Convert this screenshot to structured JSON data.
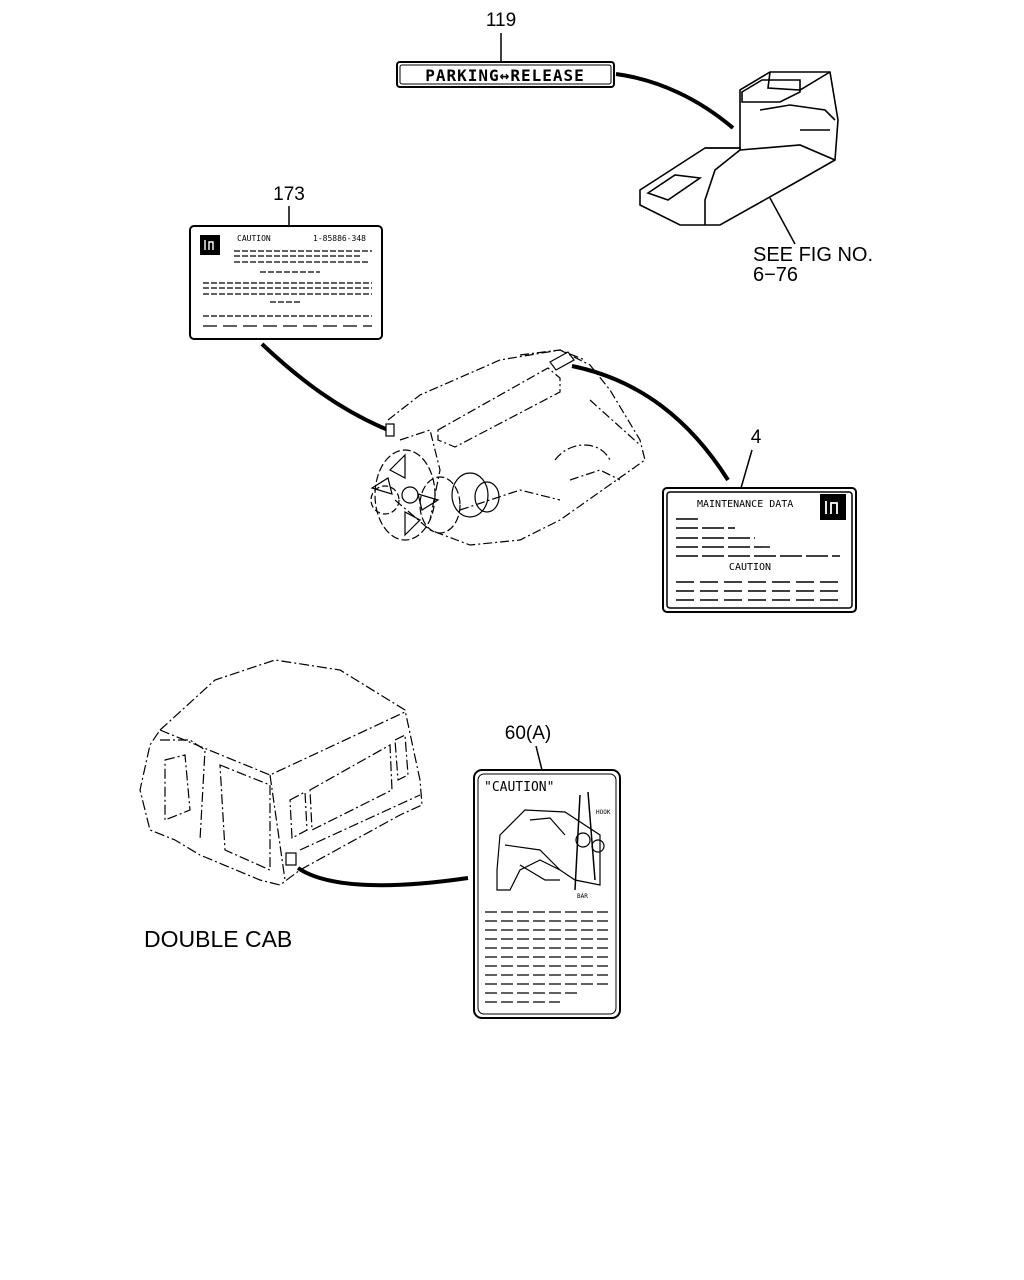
{
  "callouts": {
    "c119": "119",
    "c173": "173",
    "c4": "4",
    "c60a": "60(A)"
  },
  "labels": {
    "parking_release": "PARKING↔RELEASE",
    "see_fig_line1": "SEE FIG NO.",
    "see_fig_line2": "6−76",
    "double_cab": "DOUBLE CAB"
  },
  "decal_173": {
    "heading": "CAUTION",
    "part_no": "1-85886-348"
  },
  "decal_4": {
    "heading": "MAINTENANCE DATA",
    "subheading": "CAUTION"
  },
  "decal_60a": {
    "heading": "\"CAUTION\"",
    "hook_label": "HOOK",
    "bar_label": "BAR"
  },
  "icons": {
    "brand_logo": "isuzu-logo-icon"
  }
}
